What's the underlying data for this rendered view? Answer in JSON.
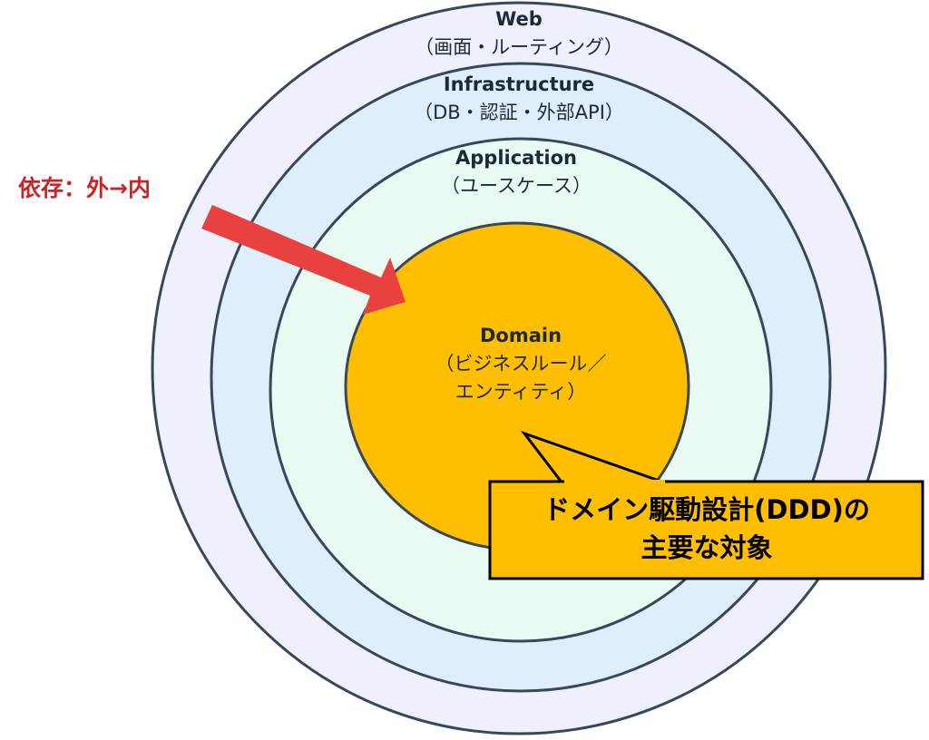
{
  "layers": [
    {
      "title": "Web",
      "subtitle": "（画面・ルーティング）",
      "fill": "#eef0fc"
    },
    {
      "title": "Infrastructure",
      "subtitle": "（DB・認証・外部API）",
      "fill": "#dfeefb"
    },
    {
      "title": "Application",
      "subtitle": "（ユースケース）",
      "fill": "#e9faf3"
    },
    {
      "title": "Domain",
      "subtitle": "（ビジネスルール／",
      "subtitle2": "エンティティ）",
      "fill": "#ffbf00"
    }
  ],
  "dependency_label": "依存：外→内",
  "arrow_color": "#e8413f",
  "callout": {
    "line1": "ドメイン駆動設計(DDD)の",
    "line2": "主要な対象",
    "fill": "#ffbf00"
  }
}
